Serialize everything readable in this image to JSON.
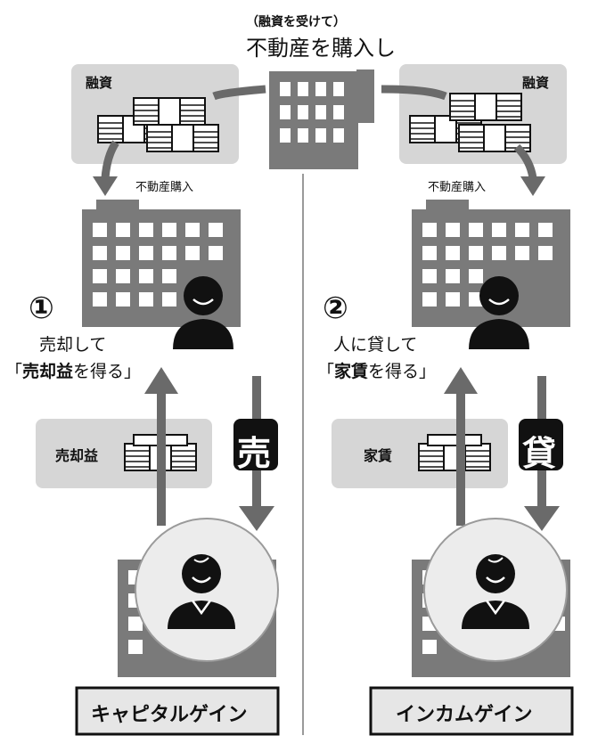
{
  "header": {
    "subtitle": "（融資を受けて）",
    "title": "不動産を購入し"
  },
  "left": {
    "loan_label": "融資",
    "purchase_label": "不動産購入",
    "number": "①",
    "desc_line1": "売却して",
    "desc_line2_open": "「",
    "desc_line2_bold": "売却益",
    "desc_line2_rest": "を得る」",
    "profit_label": "売却益",
    "badge": "売",
    "footer": "キャピタルゲイン"
  },
  "right": {
    "loan_label": "融資",
    "purchase_label": "不動産購入",
    "number": "②",
    "desc_line1": "人に貸して",
    "desc_line2_open": "「",
    "desc_line2_bold": "家賃",
    "desc_line2_rest": "を得る」",
    "profit_label": "家賃",
    "badge": "貸",
    "footer": "インカムゲイン"
  },
  "colors": {
    "building": "#7a7a7a",
    "building_light": "#9a9a9a",
    "panel": "#d6d6d6",
    "arrow": "#6a6a6a",
    "dark": "#111111"
  },
  "icons": [
    "building-icon",
    "money-stack-icon",
    "person-icon",
    "businessman-icon",
    "arrow-icon"
  ]
}
